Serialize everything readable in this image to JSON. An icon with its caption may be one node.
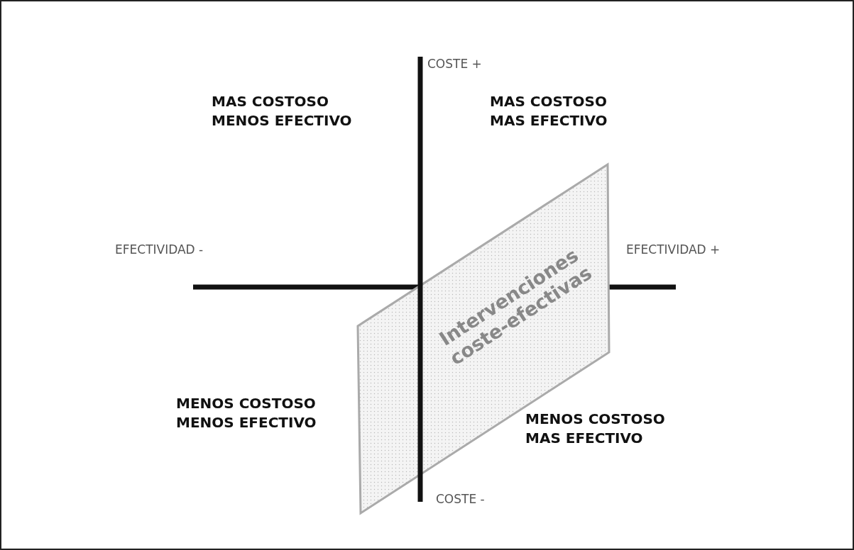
{
  "diagram": {
    "nodes": [
      {
        "text": [
          "Intervenciones coste-efectivas"
        ]
      }
    ],
    "edges": [],
    "labels": [
      "COSTE +",
      "MAS COSTOSO MENOS EFECTIVO",
      "MAS COSTOSO MAS EFECTIVO",
      "EFECTIVIDAD -",
      "EFECTIVIDAD +",
      "MENOS COSTOSO MENOS EFECTIVO",
      "MENOS COSTOSO MAS EFECTIVO",
      "COSTE -"
    ]
  }
}
